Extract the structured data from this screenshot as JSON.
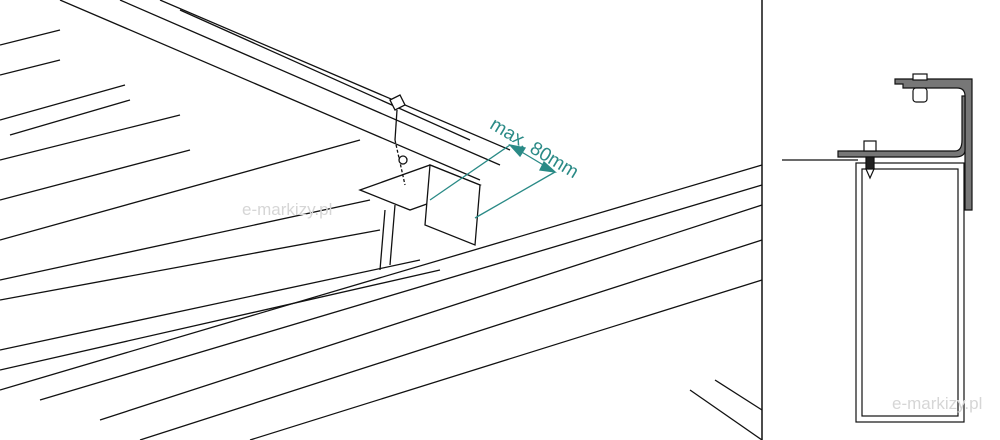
{
  "dimension_label": "max. 80mm",
  "watermarks": [
    "e-markizy.pl",
    "e-markizy.pl"
  ],
  "colors": {
    "dimension": "#2a8a86",
    "line": "#111111",
    "profile_fill": "#777777",
    "watermark": "#d6d6d6"
  }
}
